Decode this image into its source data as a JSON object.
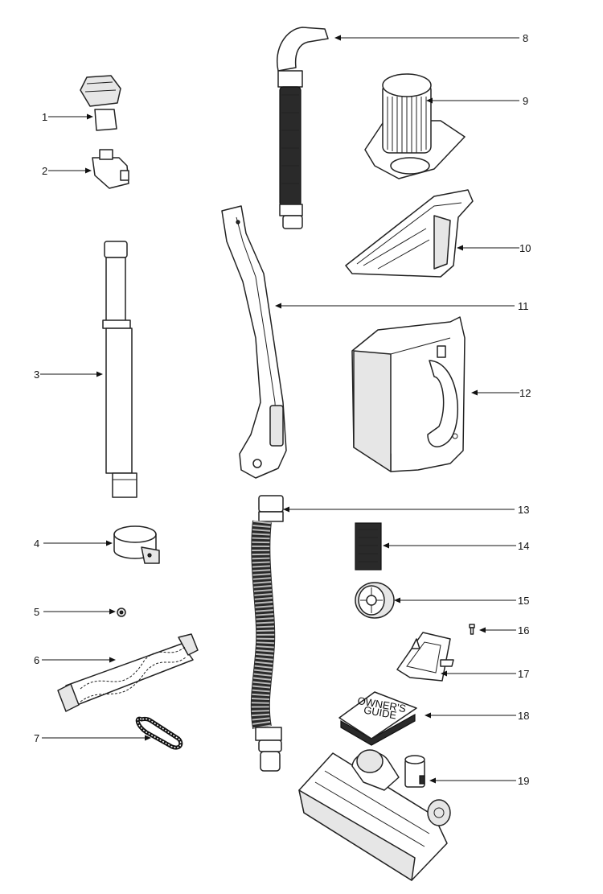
{
  "callouts": {
    "c1": "1",
    "c2": "2",
    "c3": "3",
    "c4": "4",
    "c5": "5",
    "c6": "6",
    "c7": "7",
    "c8": "8",
    "c9": "9",
    "c10": "10",
    "c11": "11",
    "c12": "12",
    "c13": "13",
    "c14": "14",
    "c15": "15",
    "c16": "16",
    "c17": "17",
    "c18": "18",
    "c19": "19"
  },
  "manual_cover": {
    "line1": "OWNER'S",
    "line2": "GUIDE"
  }
}
